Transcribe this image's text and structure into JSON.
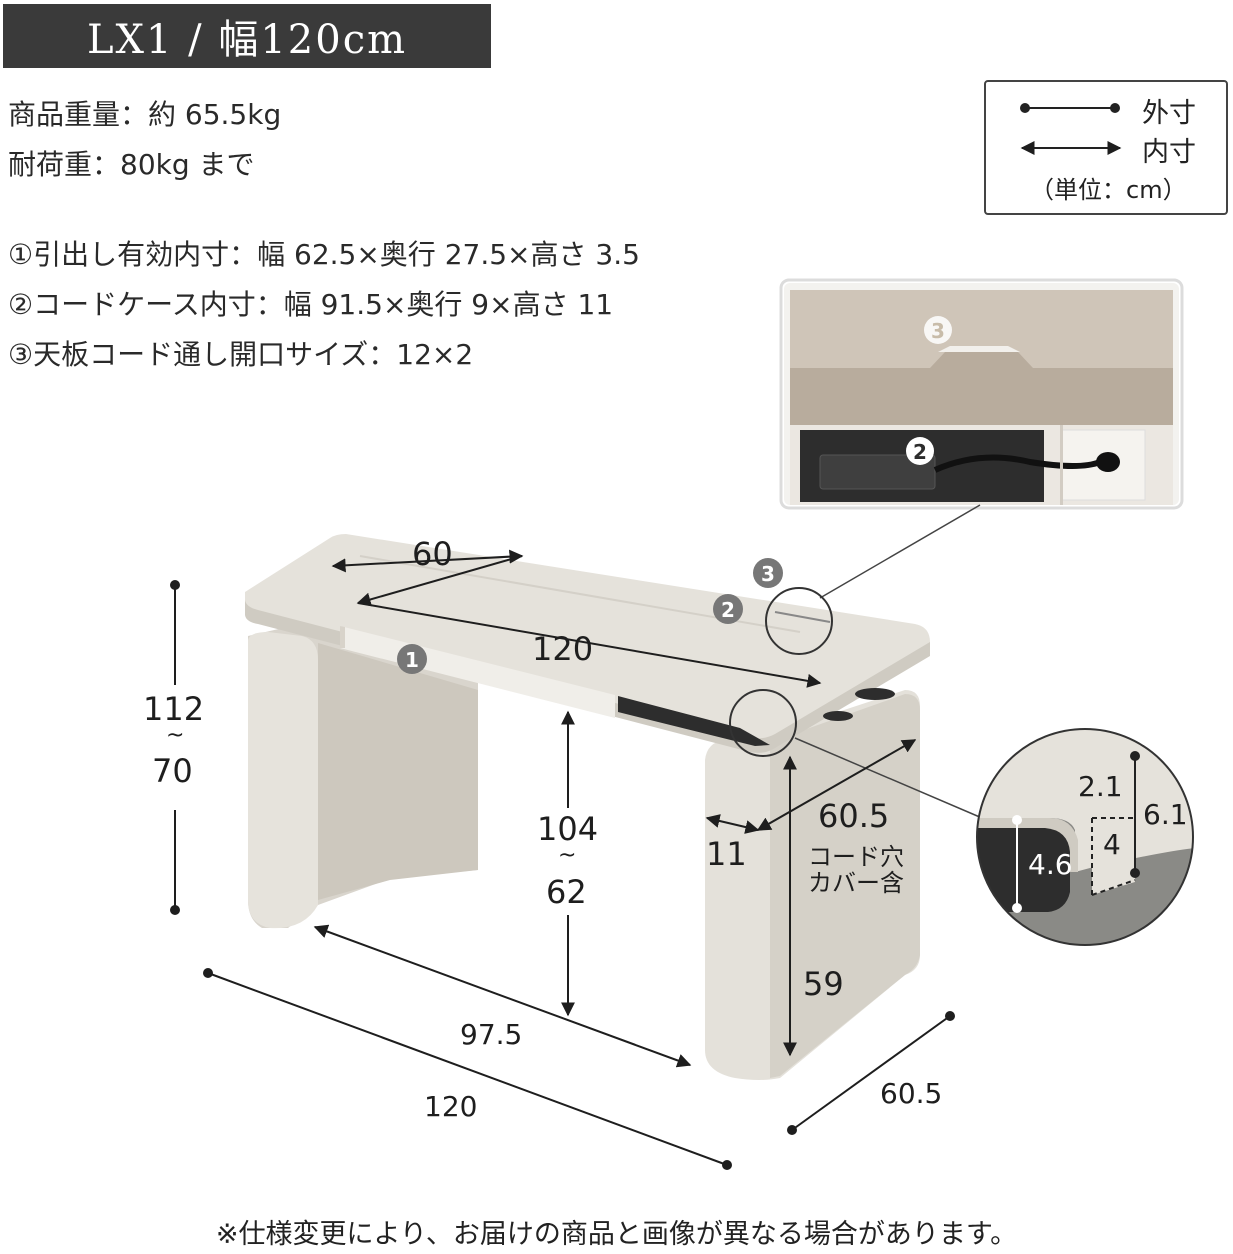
{
  "title": "LX1 / 幅120cm",
  "specs": {
    "weight": "商品重量：約 65.5kg",
    "load": "耐荷重：80kg まで"
  },
  "notes": [
    "①引出し有効内寸：幅 62.5×奥行 27.5×高さ 3.5",
    "②コードケース内寸：幅 91.5×奥行 9×高さ 11",
    "③天板コード通し開口サイズ：12×2"
  ],
  "legend": {
    "outer": "外寸",
    "inner": "内寸",
    "unit": "（単位：cm）"
  },
  "callout_numbers": {
    "one": "1",
    "two": "2",
    "three": "3"
  },
  "dimensions": {
    "top_depth": "60",
    "top_width": "120",
    "height_max": "112",
    "height_range_sep": "~",
    "height_min": "70",
    "clearance_max": "104",
    "clearance_range_sep": "~",
    "clearance_min": "62",
    "leg_width": "11",
    "leg_depth": "60.5",
    "leg_note_line1": "コード穴",
    "leg_note_line2": "カバー含",
    "leg_height": "59",
    "inner_width": "97.5",
    "total_width": "120",
    "total_depth": "60.5"
  },
  "detail": {
    "top_thickness": "2.1",
    "total_thickness": "6.1",
    "frame_height": "4",
    "side_height": "4.6"
  },
  "footer": "※仕様変更により、お届けの商品と画像が異なる場合があります。",
  "colors": {
    "title_bg": "#3a3a3a",
    "desk": "#e4e1da",
    "desk_shadow": "#cfcbc2",
    "dark_panel": "#2d2d2d",
    "callout": "#777777",
    "floor": "#8a8a86"
  }
}
